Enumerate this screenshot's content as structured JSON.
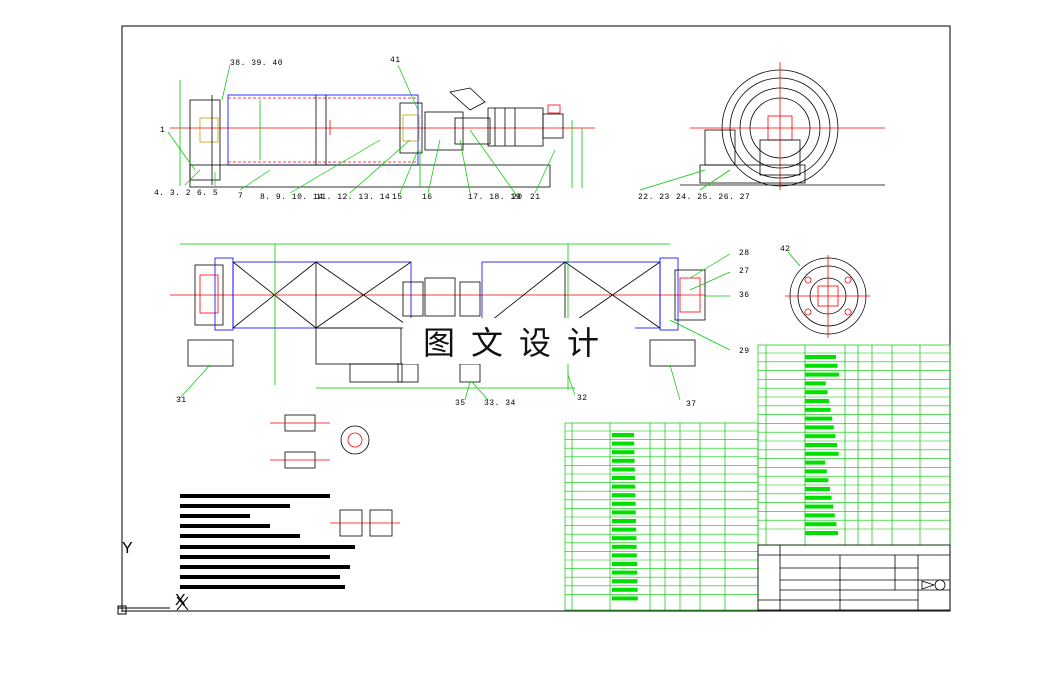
{
  "watermark": "图文设计",
  "ucs": {
    "x_axis": "X",
    "y_axis": "Y"
  },
  "colors": {
    "outline": "#000000",
    "red": "#ff0000",
    "blue": "#0000ff",
    "green": "#00c800",
    "magenta": "#ff00ff"
  },
  "part_labels": {
    "p1": "1",
    "p4": "4. 3. 2",
    "p6": "6. 5",
    "p7": "7",
    "p8": "8. 9. 10. 14",
    "p11": "11. 12. 13. 14",
    "p15": "15",
    "p16": "16",
    "p17": "17. 18. 19",
    "p20": "20",
    "p21": "21",
    "p38": "38. 39. 40",
    "p41": "41",
    "p22": "22. 23",
    "p24": "24. 25. 26. 27",
    "p28": "28",
    "p27b": "27",
    "p36": "36",
    "p29": "29",
    "p42": "42",
    "p31": "31",
    "p35": "35",
    "p33": "33. 34",
    "p32": "32",
    "p37": "37"
  },
  "notes_title": "技术要求"
}
